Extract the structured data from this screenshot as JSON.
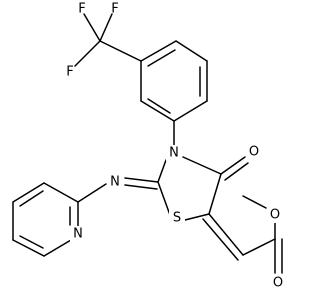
{
  "molecule": {
    "atoms": [
      {
        "id": "F1",
        "element": "F"
      },
      {
        "id": "F2",
        "element": "F"
      },
      {
        "id": "F3",
        "element": "F"
      },
      {
        "id": "N_thiazolidine",
        "element": "N"
      },
      {
        "id": "O_keto",
        "element": "O"
      },
      {
        "id": "N_imine",
        "element": "N"
      },
      {
        "id": "N_pyridine",
        "element": "N"
      },
      {
        "id": "S_ring",
        "element": "S"
      },
      {
        "id": "O_ester_methoxy",
        "element": "O"
      },
      {
        "id": "O_ester_carbonyl",
        "element": "O"
      }
    ]
  }
}
